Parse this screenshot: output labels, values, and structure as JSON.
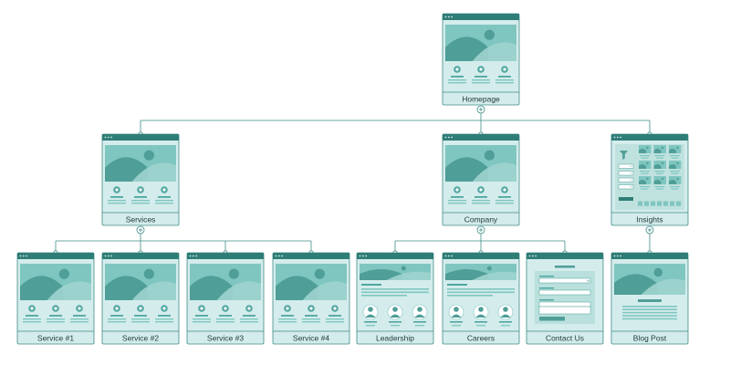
{
  "title": "",
  "colors": {
    "frame_fill": "#d4ecec",
    "frame_stroke": "#3f8c87",
    "header": "#2f7d77",
    "hero_bg": "#7fc6c0",
    "hill_back": "#9fd3ce",
    "hill_front": "#4f9e98",
    "accent": "#4fa6a0",
    "text_line": "#7fc6c0",
    "connector": "#3f8c87",
    "background": "#ffffff"
  },
  "nodes": [
    {
      "id": "homepage",
      "label": "Homepage",
      "type": "standard",
      "parent": null,
      "expand_icon": "plus-circle-icon"
    },
    {
      "id": "services",
      "label": "Services",
      "type": "standard",
      "parent": "homepage",
      "expand_icon": "plus-circle-icon"
    },
    {
      "id": "company",
      "label": "Company",
      "type": "standard",
      "parent": "homepage",
      "expand_icon": "plus-circle-icon"
    },
    {
      "id": "insights",
      "label": "Insights",
      "type": "insights",
      "parent": "homepage",
      "expand_icon": "plus-circle-icon"
    },
    {
      "id": "service1",
      "label": "Service #1",
      "type": "standard",
      "parent": "services"
    },
    {
      "id": "service2",
      "label": "Service #2",
      "type": "standard",
      "parent": "services"
    },
    {
      "id": "service3",
      "label": "Service #3",
      "type": "standard",
      "parent": "services"
    },
    {
      "id": "service4",
      "label": "Service #4",
      "type": "standard",
      "parent": "services"
    },
    {
      "id": "leadership",
      "label": "Leadership",
      "type": "people",
      "parent": "company"
    },
    {
      "id": "careers",
      "label": "Careers",
      "type": "people",
      "parent": "company"
    },
    {
      "id": "contact",
      "label": "Contact Us",
      "type": "form",
      "parent": "company"
    },
    {
      "id": "blogpost",
      "label": "Blog Post",
      "type": "blog",
      "parent": "insights"
    }
  ]
}
